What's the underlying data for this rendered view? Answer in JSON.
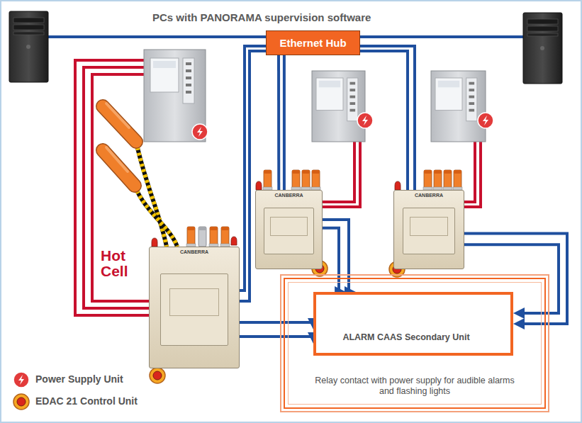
{
  "diagram": {
    "nodes": [
      {
        "text": [
          "Ethernet Hub"
        ]
      },
      {
        "text": [
          "CANBERRA"
        ]
      },
      {
        "text": [
          "CANBERRA"
        ]
      },
      {
        "text": [
          "CANBERRA"
        ]
      },
      {
        "text": [
          "Relay contact with power supply for audible alarms and flashing lights"
        ]
      },
      {
        "text": [
          "ALARM CAAS Secondary Unit"
        ],
        "in": 4
      }
    ],
    "edges": [
      {
        "from": 1,
        "to": 0,
        "arrow": "none"
      },
      {
        "from": 1,
        "to": 0,
        "arrow": "none"
      },
      {
        "from": 2,
        "to": 0,
        "arrow": "none"
      },
      {
        "from": 2,
        "to": 0,
        "arrow": "none"
      },
      {
        "from": 3,
        "to": 0,
        "arrow": "none"
      },
      {
        "from": 3,
        "to": 0,
        "arrow": "none"
      },
      {
        "from": 1,
        "to": 5,
        "arrow": "to"
      },
      {
        "from": 1,
        "to": 5,
        "arrow": "to"
      },
      {
        "from": 2,
        "to": 5,
        "arrow": "to"
      },
      {
        "from": 2,
        "to": 5,
        "arrow": "to"
      },
      {
        "from": 3,
        "to": 5,
        "arrow": "to"
      },
      {
        "from": 3,
        "to": 5,
        "arrow": "to"
      }
    ],
    "labels": [
      "PCs with PANORAMA supervision software",
      "Hot Cell"
    ],
    "legend": [
      {
        "text": "Power Supply Unit"
      },
      {
        "text": "EDAC 21 Control Unit"
      }
    ]
  }
}
